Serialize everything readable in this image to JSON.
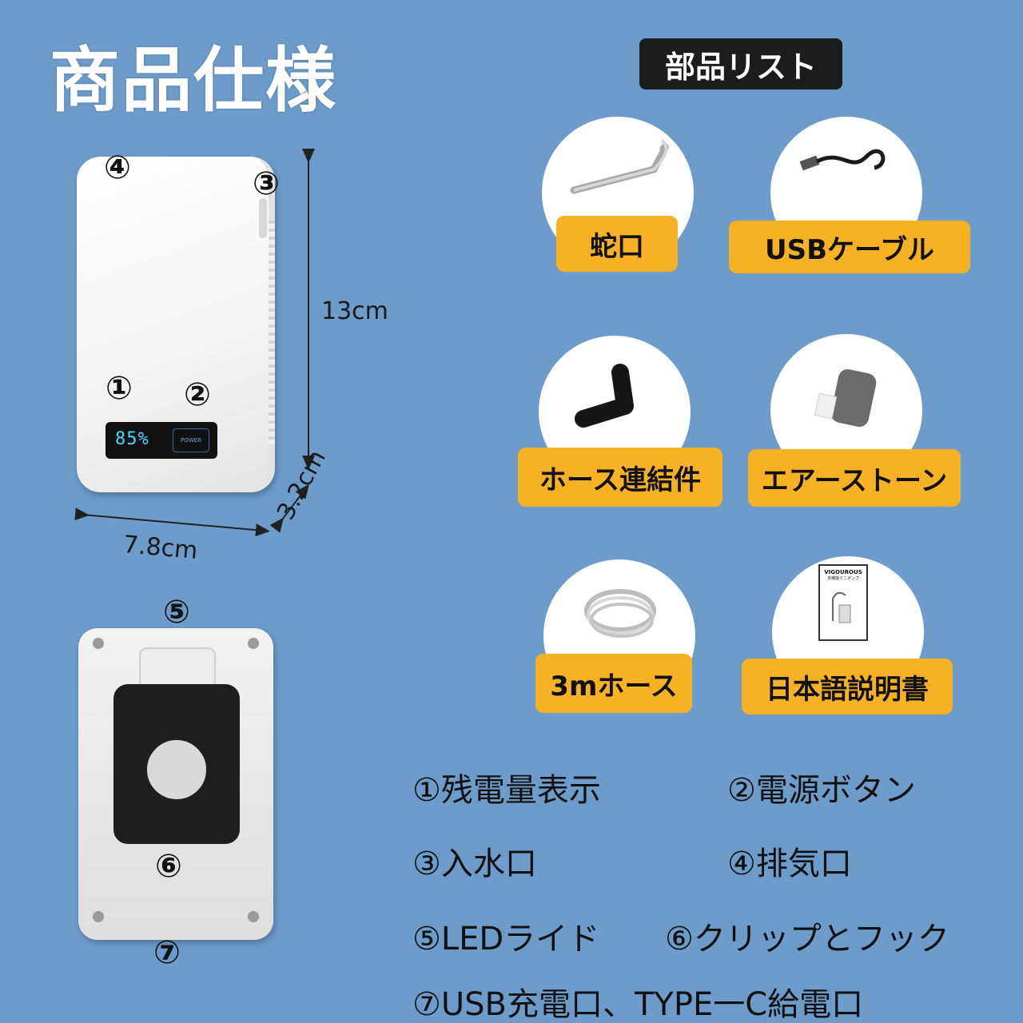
{
  "title": "商品仕様",
  "parts_header": "部品リスト",
  "device": {
    "display_value": "85%",
    "power_label": "POWER",
    "markers": {
      "m1": "①",
      "m2": "②",
      "m3": "③",
      "m4": "④",
      "m5": "⑤",
      "m6": "⑥",
      "m7": "⑦"
    },
    "dimensions": {
      "height": "13cm",
      "width": "7.8cm",
      "depth": "3.2cm"
    }
  },
  "parts": [
    {
      "label": "蛇口",
      "icon": "faucet-tube-icon"
    },
    {
      "label": "USBケーブル",
      "icon": "usb-cable-icon"
    },
    {
      "label": "ホース連結件",
      "icon": "hose-connector-icon"
    },
    {
      "label": "エアーストーン",
      "icon": "air-stone-icon"
    },
    {
      "label": "3mホース",
      "icon": "coiled-hose-icon"
    },
    {
      "label": "日本語説明書",
      "icon": "manual-icon"
    }
  ],
  "manual_text": {
    "brand": "VIGOUROUS",
    "subtitle": "多機能ミニポンプ"
  },
  "legend": [
    "①残電量表示",
    "②電源ボタン",
    "③入水口",
    "④排気口",
    "⑤LEDライド",
    "⑥クリップとフック",
    "⑦USB充電口、TYPE一C給電口"
  ],
  "colors": {
    "background": "#6d9ccb",
    "label_bg": "#f7b124",
    "header_bg": "#1c1c1c"
  }
}
